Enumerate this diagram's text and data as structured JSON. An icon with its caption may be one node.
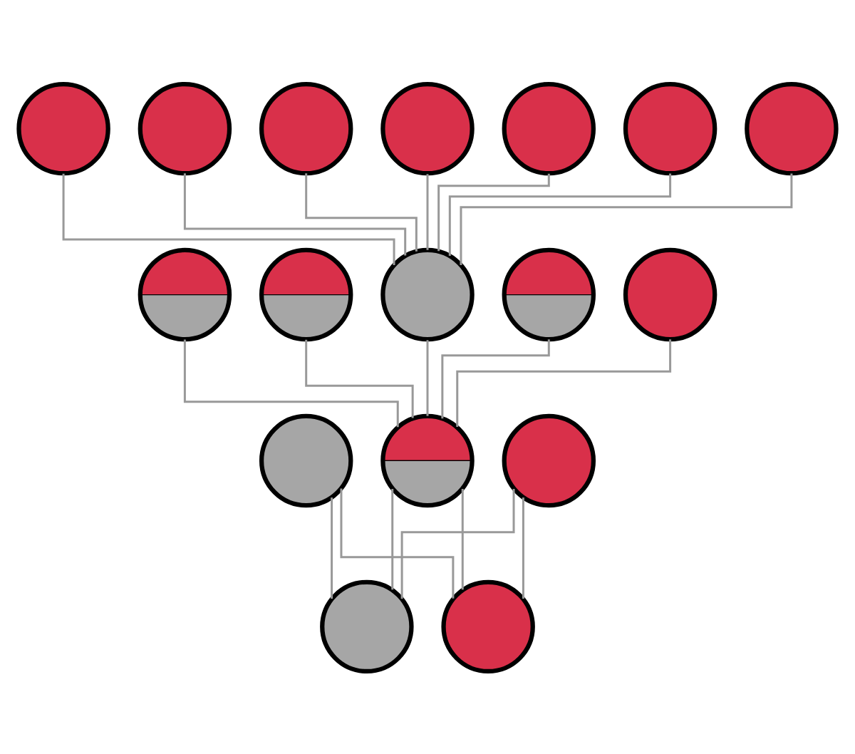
{
  "diagram": {
    "nodes": [
      {
        "text": [],
        "shape": "circle"
      },
      {
        "text": [],
        "shape": "circle"
      },
      {
        "text": [],
        "shape": "circle"
      },
      {
        "text": [],
        "shape": "circle"
      },
      {
        "text": [],
        "shape": "circle"
      },
      {
        "text": [],
        "shape": "circle"
      },
      {
        "text": [],
        "shape": "circle"
      },
      {
        "text": [],
        "shape": "circle"
      },
      {
        "text": [],
        "shape": "circle"
      },
      {
        "text": [],
        "shape": "circle"
      },
      {
        "text": [],
        "shape": "circle"
      },
      {
        "text": [],
        "shape": "circle"
      },
      {
        "text": [],
        "shape": "circle"
      },
      {
        "text": [],
        "shape": "circle"
      },
      {
        "text": [],
        "shape": "circle"
      },
      {
        "text": [],
        "shape": "circle"
      },
      {
        "text": [],
        "shape": "circle"
      }
    ],
    "edges": [
      {
        "from": 0,
        "to": 9,
        "arrow": "none"
      },
      {
        "from": 1,
        "to": 9,
        "arrow": "none"
      },
      {
        "from": 2,
        "to": 9,
        "arrow": "none"
      },
      {
        "from": 3,
        "to": 9,
        "arrow": "none"
      },
      {
        "from": 4,
        "to": 9,
        "arrow": "none"
      },
      {
        "from": 5,
        "to": 9,
        "arrow": "none"
      },
      {
        "from": 6,
        "to": 9,
        "arrow": "none"
      },
      {
        "from": 7,
        "to": 13,
        "arrow": "none"
      },
      {
        "from": 8,
        "to": 13,
        "arrow": "none"
      },
      {
        "from": 9,
        "to": 13,
        "arrow": "none"
      },
      {
        "from": 10,
        "to": 13,
        "arrow": "none"
      },
      {
        "from": 11,
        "to": 13,
        "arrow": "none"
      },
      {
        "from": 12,
        "to": 15,
        "arrow": "none"
      },
      {
        "from": 12,
        "to": 16,
        "arrow": "none"
      },
      {
        "from": 13,
        "to": 15,
        "arrow": "none"
      },
      {
        "from": 13,
        "to": 16,
        "arrow": "none"
      },
      {
        "from": 14,
        "to": 15,
        "arrow": "none"
      },
      {
        "from": 14,
        "to": 16,
        "arrow": "none"
      }
    ]
  }
}
